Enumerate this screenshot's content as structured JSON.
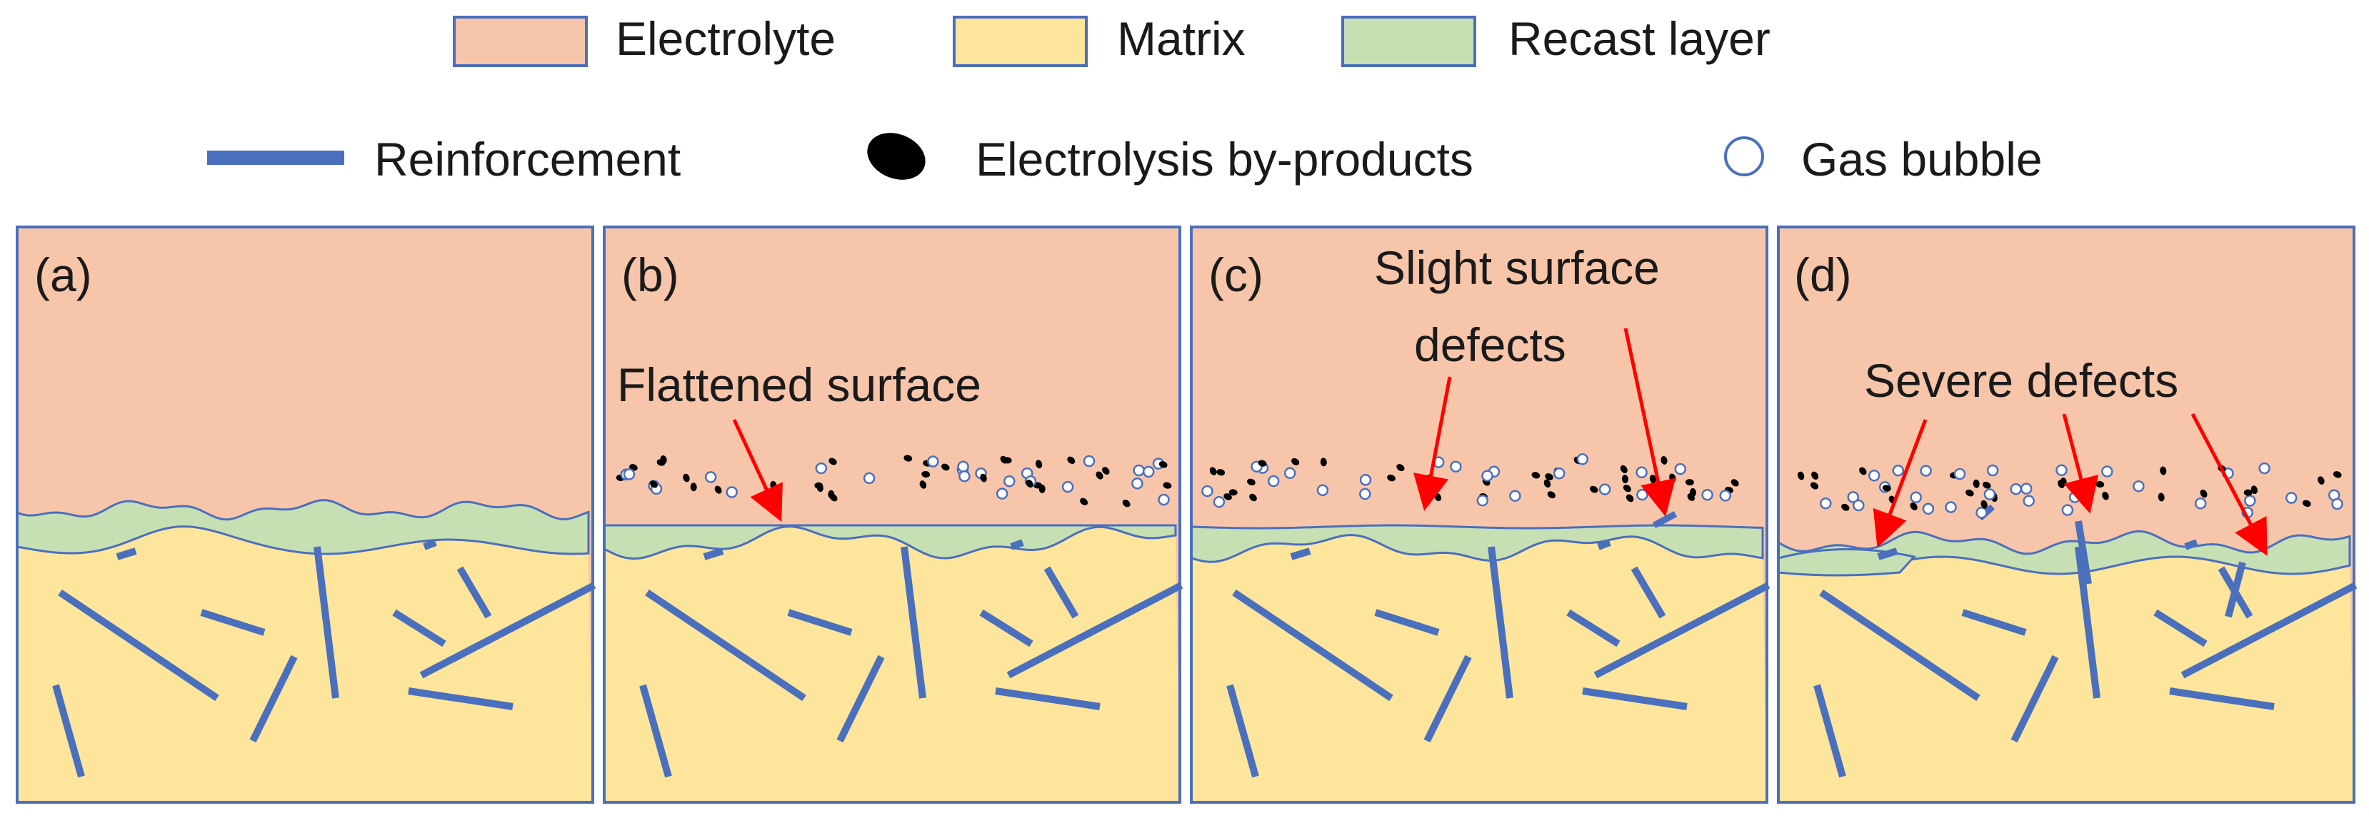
{
  "legend": {
    "row1": [
      {
        "label": "Electrolyte",
        "color": "#f7c6aa"
      },
      {
        "label": "Matrix",
        "color": "#fde59c"
      },
      {
        "label": "Recast layer",
        "color": "#c6e0b4"
      }
    ],
    "row2": [
      {
        "label": "Reinforcement",
        "color": "#4a6fbd",
        "icon": "reinforcement-bar-icon"
      },
      {
        "label": "Electrolysis by-products",
        "color": "#000000",
        "icon": "black-particle-icon"
      },
      {
        "label": "Gas bubble",
        "color": "#4a6fbd",
        "icon": "hollow-circle-icon"
      }
    ]
  },
  "colors": {
    "electrolyte": "#f7c6aa",
    "matrix": "#fde59c",
    "recast": "#c6e0b4",
    "reinforcement": "#4a6fbd",
    "outline": "#4a6fbd",
    "arrow": "#ff0000"
  },
  "panels": [
    {
      "label": "(a)",
      "annotations": []
    },
    {
      "label": "(b)",
      "annotations": [
        "Flattened surface"
      ]
    },
    {
      "label": "(c)",
      "annotations": [
        "Slight surface",
        "defects"
      ]
    },
    {
      "label": "(d)",
      "annotations": [
        "Severe defects"
      ]
    }
  ]
}
